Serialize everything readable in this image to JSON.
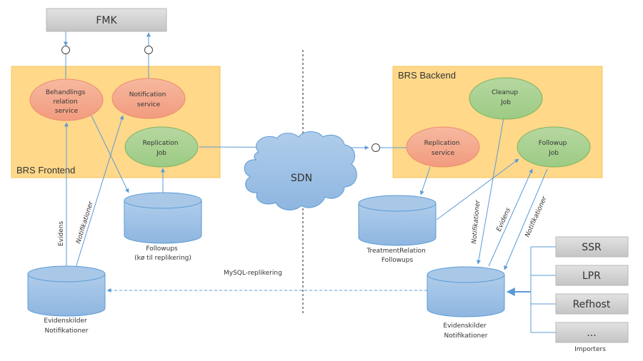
{
  "diagram": {
    "external": {
      "fmk": "FMK"
    },
    "frontend": {
      "title": "BRS Frontend",
      "behandlings": [
        "Behandlings",
        "relation",
        "service"
      ],
      "notification": [
        "Notification",
        "service"
      ],
      "replication_job": [
        "Replication",
        "Job"
      ]
    },
    "backend": {
      "title": "BRS Backend",
      "cleanup_job": [
        "Cleanup",
        "Job"
      ],
      "replication_service": [
        "Replication",
        "service"
      ],
      "followup_job": [
        "Followup",
        "Job"
      ]
    },
    "network": {
      "cloud": "SDN"
    },
    "databases": {
      "followups": [
        "Followups",
        "(kø til replikering)"
      ],
      "frontend_evidence": [
        "Evidenskilder",
        "Notifikationer"
      ],
      "treatment": [
        "TreatmentRelation",
        "Followups"
      ],
      "backend_evidence": [
        "Evidenskilder",
        "Notifikationer"
      ]
    },
    "edge_labels": {
      "evidens_left": "Evidens",
      "notifikationer_left": "Notifikationer",
      "mysql": "MySQL-replikering",
      "notifikationer_r1": "Notifikationer",
      "evidens_right": "Evidens",
      "notifikationer_r2": "Notifikationer"
    },
    "importers": {
      "caption": "Importers",
      "items": [
        "SSR",
        "LPR",
        "Refhost",
        "..."
      ]
    },
    "colors": {
      "boundary_fill": "#FFD88A",
      "service_fill": "#F4A98A",
      "job_fill": "#A9D18E",
      "db_fill": "#9DC3E6",
      "external_fill": "#D0D0D0",
      "connector": "#5B9BD5"
    }
  }
}
